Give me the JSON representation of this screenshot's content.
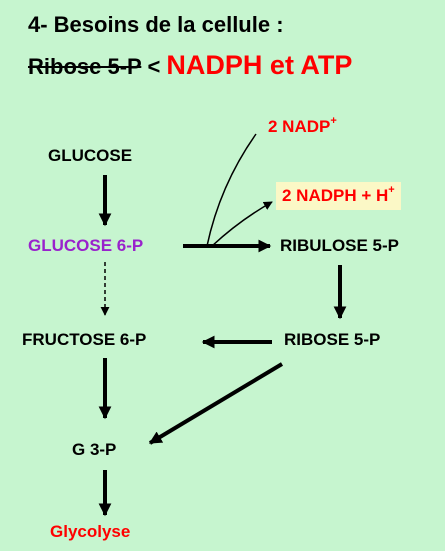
{
  "title": {
    "line1": "4- Besoins de la cellule :",
    "line2_struck": "Ribose 5-P",
    "line2_lt": "<",
    "line2_emph": "NADPH et ATP"
  },
  "nodes": {
    "glucose": "GLUCOSE",
    "glucose6p": "GLUCOSE 6-P",
    "fructose6p": "FRUCTOSE 6-P",
    "g3p": "G 3-P",
    "glycolyse": "Glycolyse",
    "ribulose5p": "RIBULOSE 5-P",
    "ribose5p": "RIBOSE 5-P"
  },
  "cofactors": {
    "nadp": "2 NADP",
    "nadp_sup": "+",
    "nadph": "2 NADPH + H",
    "nadph_sup": "+"
  },
  "colors": {
    "background": "#c6f5cf",
    "red": "#ff0000",
    "purple": "#9922cc",
    "highlight": "#fbf8c6",
    "arrow": "#000000"
  }
}
